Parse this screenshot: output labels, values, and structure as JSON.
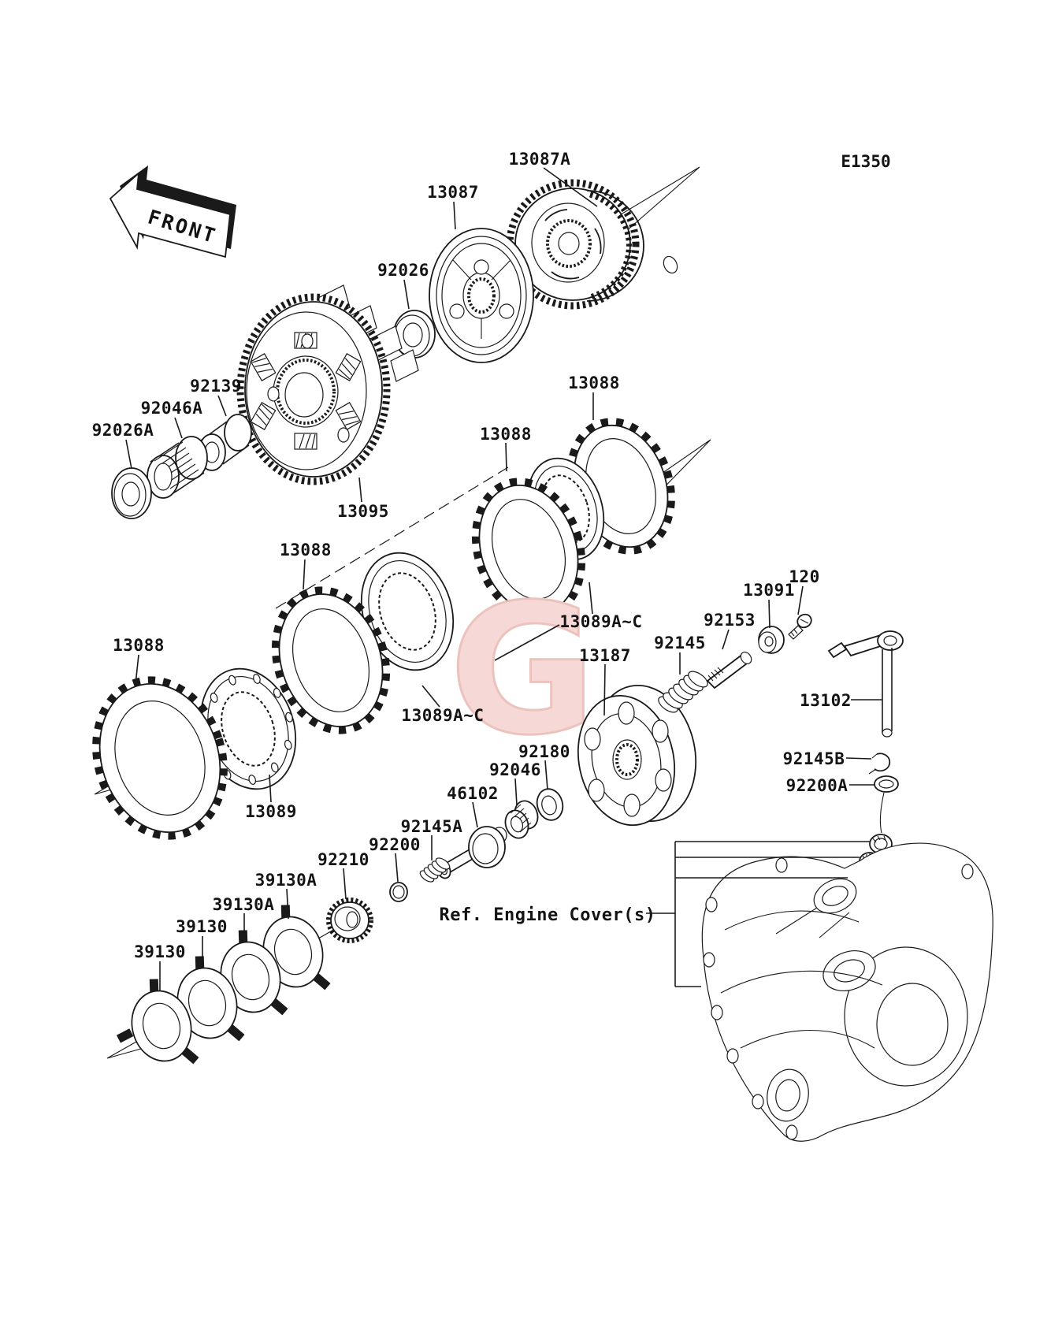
{
  "diagram": {
    "code": "E1350",
    "front_label": "FRONT",
    "ref_note": "Ref. Engine Cover(s)",
    "watermark_letter": "G",
    "colors": {
      "line": "#1a1a1a",
      "background": "#ffffff",
      "watermark_fill": "#f6d9d6",
      "watermark_edge": "#ecc2bd"
    }
  },
  "callouts": [
    {
      "id": "13087A",
      "text": "13087A"
    },
    {
      "id": "13087",
      "text": "13087"
    },
    {
      "id": "92026",
      "text": "92026"
    },
    {
      "id": "92139",
      "text": "92139"
    },
    {
      "id": "92046A",
      "text": "92046A"
    },
    {
      "id": "92026A",
      "text": "92026A"
    },
    {
      "id": "13095",
      "text": "13095"
    },
    {
      "id": "13088-a",
      "text": "13088"
    },
    {
      "id": "13088-b",
      "text": "13088"
    },
    {
      "id": "13088-c",
      "text": "13088"
    },
    {
      "id": "13088-d",
      "text": "13088"
    },
    {
      "id": "13089AC-upper",
      "text": "13089A~C"
    },
    {
      "id": "13089AC-lower",
      "text": "13089A~C"
    },
    {
      "id": "13187",
      "text": "13187"
    },
    {
      "id": "92145",
      "text": "92145"
    },
    {
      "id": "92153",
      "text": "92153"
    },
    {
      "id": "13091",
      "text": "13091"
    },
    {
      "id": "120",
      "text": "120"
    },
    {
      "id": "13102",
      "text": "13102"
    },
    {
      "id": "92145B",
      "text": "92145B"
    },
    {
      "id": "92200A",
      "text": "92200A"
    },
    {
      "id": "13089",
      "text": "13089"
    },
    {
      "id": "92180",
      "text": "92180"
    },
    {
      "id": "92046",
      "text": "92046"
    },
    {
      "id": "46102",
      "text": "46102"
    },
    {
      "id": "92145A",
      "text": "92145A"
    },
    {
      "id": "92200",
      "text": "92200"
    },
    {
      "id": "92210",
      "text": "92210"
    },
    {
      "id": "39130A-upper",
      "text": "39130A"
    },
    {
      "id": "39130A-lower",
      "text": "39130A"
    },
    {
      "id": "39130-upper",
      "text": "39130"
    },
    {
      "id": "39130-lower",
      "text": "39130"
    }
  ]
}
